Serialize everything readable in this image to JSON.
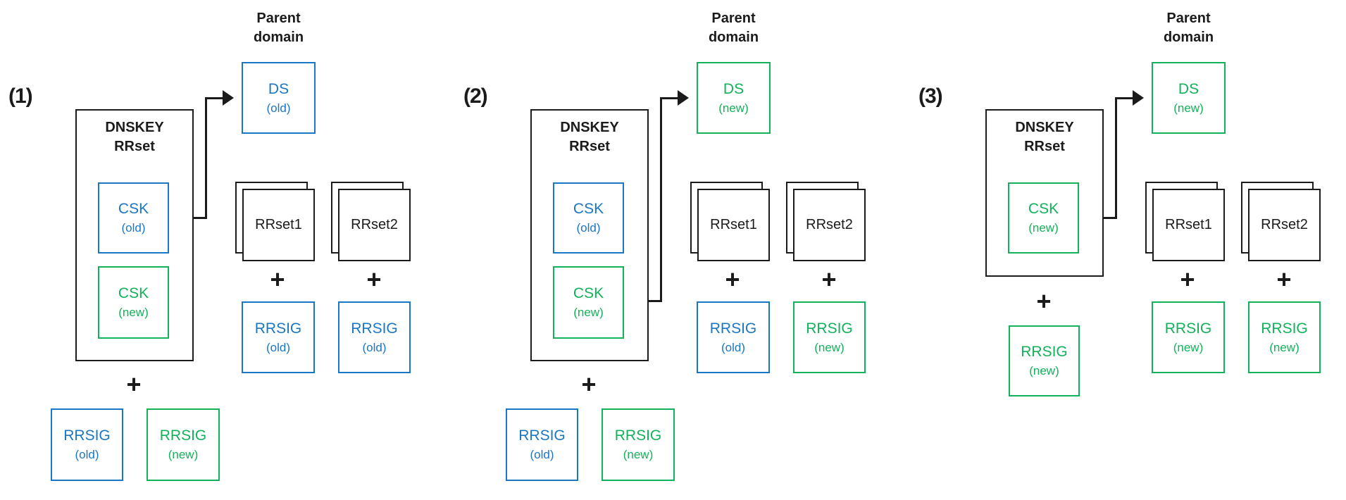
{
  "colors": {
    "old": "#1b76c5",
    "new": "#13b15a",
    "ink": "#1b1b1b"
  },
  "panels": [
    {
      "number": "(1)",
      "parent_domain": {
        "line1": "Parent",
        "line2": "domain"
      },
      "ds": {
        "label": "DS",
        "state": "(old)",
        "variant": "old"
      },
      "dnskey": {
        "title_line1": "DNSKEY",
        "title_line2": "RRset"
      },
      "csk_old": {
        "label": "CSK",
        "state": "(old)",
        "variant": "old"
      },
      "csk_new": {
        "label": "CSK",
        "state": "(new)",
        "variant": "new"
      },
      "plus_main": "+",
      "zone_rrsig_old": {
        "label": "RRSIG",
        "state": "(old)",
        "variant": "old"
      },
      "zone_rrsig_new": {
        "label": "RRSIG",
        "state": "(new)",
        "variant": "new"
      },
      "rrset1": {
        "label": "RRset1",
        "plus": "+",
        "rrsig": {
          "label": "RRSIG",
          "state": "(old)",
          "variant": "old"
        }
      },
      "rrset2": {
        "label": "RRset2",
        "plus": "+",
        "rrsig": {
          "label": "RRSIG",
          "state": "(old)",
          "variant": "old"
        }
      }
    },
    {
      "number": "(2)",
      "parent_domain": {
        "line1": "Parent",
        "line2": "domain"
      },
      "ds": {
        "label": "DS",
        "state": "(new)",
        "variant": "new"
      },
      "dnskey": {
        "title_line1": "DNSKEY",
        "title_line2": "RRset"
      },
      "csk_old": {
        "label": "CSK",
        "state": "(old)",
        "variant": "old"
      },
      "csk_new": {
        "label": "CSK",
        "state": "(new)",
        "variant": "new"
      },
      "plus_main": "+",
      "zone_rrsig_old": {
        "label": "RRSIG",
        "state": "(old)",
        "variant": "old"
      },
      "zone_rrsig_new": {
        "label": "RRSIG",
        "state": "(new)",
        "variant": "new"
      },
      "rrset1": {
        "label": "RRset1",
        "plus": "+",
        "rrsig": {
          "label": "RRSIG",
          "state": "(old)",
          "variant": "old"
        }
      },
      "rrset2": {
        "label": "RRset2",
        "plus": "+",
        "rrsig": {
          "label": "RRSIG",
          "state": "(new)",
          "variant": "new"
        }
      }
    },
    {
      "number": "(3)",
      "parent_domain": {
        "line1": "Parent",
        "line2": "domain"
      },
      "ds": {
        "label": "DS",
        "state": "(new)",
        "variant": "new"
      },
      "dnskey": {
        "title_line1": "DNSKEY",
        "title_line2": "RRset"
      },
      "csk_new": {
        "label": "CSK",
        "state": "(new)",
        "variant": "new"
      },
      "plus_main": "+",
      "zone_rrsig_new": {
        "label": "RRSIG",
        "state": "(new)",
        "variant": "new"
      },
      "rrset1": {
        "label": "RRset1",
        "plus": "+",
        "rrsig": {
          "label": "RRSIG",
          "state": "(new)",
          "variant": "new"
        }
      },
      "rrset2": {
        "label": "RRset2",
        "plus": "+",
        "rrsig": {
          "label": "RRSIG",
          "state": "(new)",
          "variant": "new"
        }
      }
    }
  ]
}
